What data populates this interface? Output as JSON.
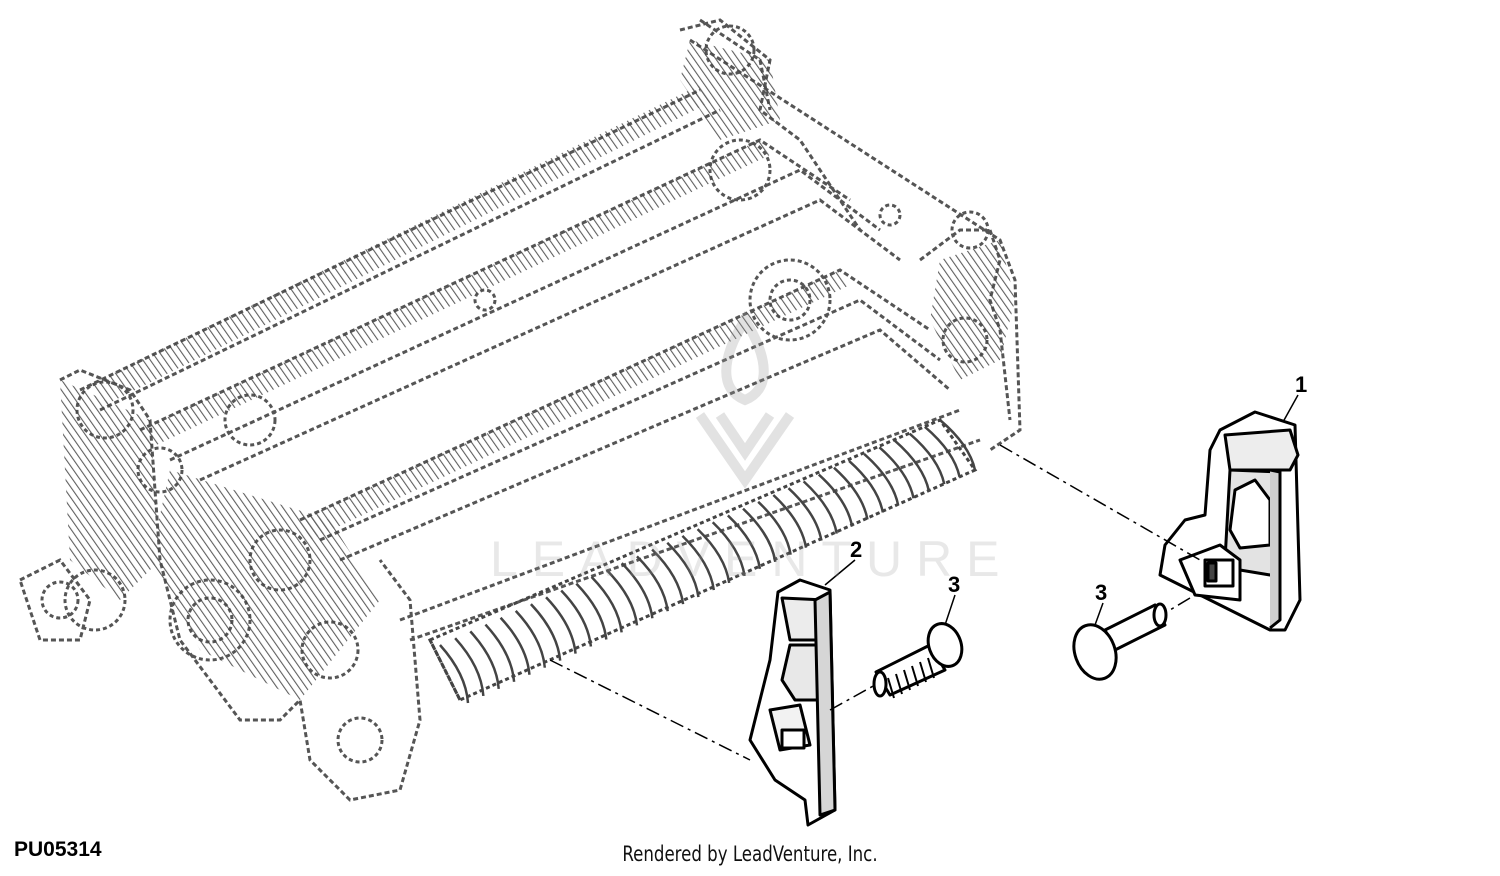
{
  "diagram": {
    "figure_id": "PU05314",
    "credit": "Rendered by LeadVenture, Inc.",
    "watermark": "LEADVENTURE",
    "callouts": [
      {
        "label": "1"
      },
      {
        "label": "2"
      },
      {
        "label": "3"
      },
      {
        "label": "3"
      }
    ]
  },
  "colors": {
    "line": "#000000",
    "background": "#ffffff",
    "ghost": "#555555",
    "part_fill": "#ffffff",
    "part_shade": "#d9d9d9"
  },
  "icons": {
    "watermark": "leadventure-logo-icon"
  }
}
